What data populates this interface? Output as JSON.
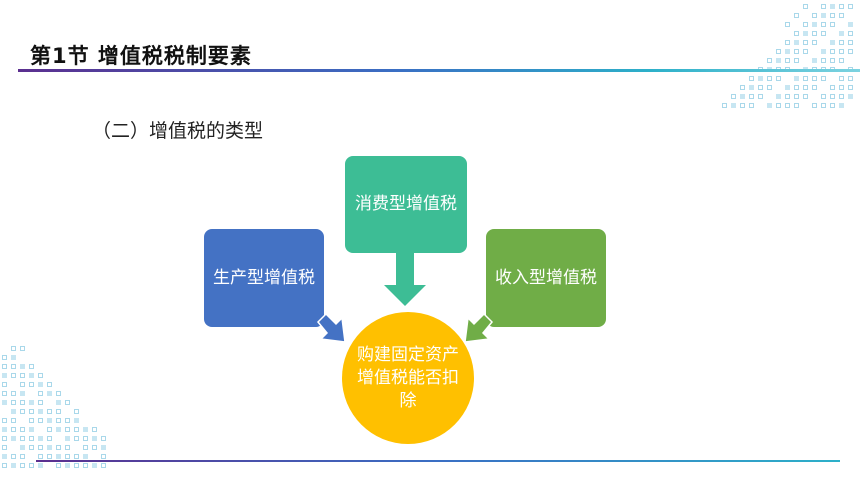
{
  "slide": {
    "title": "第1节  增值税税制要素",
    "subtitle": "（二）增值税的类型",
    "boxes": {
      "left": "生产型增值税",
      "top": "消费型增值税",
      "right": "收入型增值税"
    },
    "center": "购建固定资产增值税能否扣除"
  },
  "colors": {
    "left_box": "#4472c4",
    "top_box": "#3dbd95",
    "right_box": "#70ad47",
    "center_circle": "#ffc000",
    "accent_line": "#3a6fc4"
  }
}
